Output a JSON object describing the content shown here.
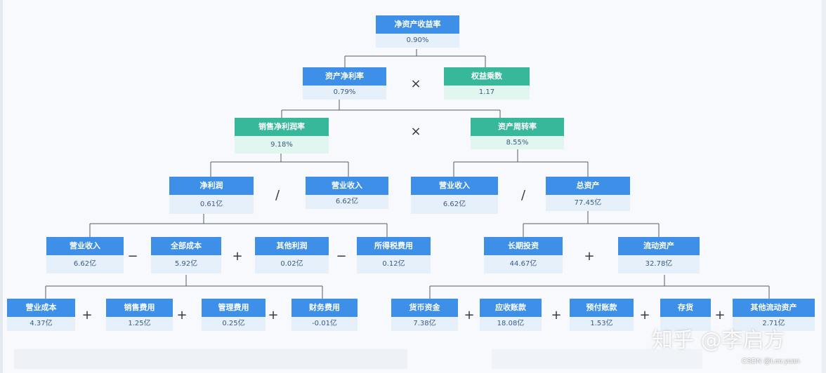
{
  "colors": {
    "blue": "#3d8fe8",
    "teal": "#37b89a",
    "line": "#555b66"
  },
  "nodes": {
    "roe": {
      "label": "净资产收益率",
      "value": "0.90%",
      "color": "blue"
    },
    "roa": {
      "label": "资产净利率",
      "value": "0.79%",
      "color": "blue"
    },
    "equity_multiplier": {
      "label": "权益乘数",
      "value": "1.17",
      "color": "teal"
    },
    "net_margin": {
      "label": "销售净利润率",
      "value": "9.18%",
      "color": "teal"
    },
    "asset_turnover": {
      "label": "资产周转率",
      "value": "8.55%",
      "color": "teal"
    },
    "net_profit": {
      "label": "净利润",
      "value": "0.61亿",
      "color": "blue"
    },
    "revenue_a": {
      "label": "营业收入",
      "value": "6.62亿",
      "color": "blue"
    },
    "revenue_b": {
      "label": "营业收入",
      "value": "6.62亿",
      "color": "blue"
    },
    "total_assets": {
      "label": "总资产",
      "value": "77.45亿",
      "color": "blue"
    },
    "revenue_c": {
      "label": "营业收入",
      "value": "6.62亿",
      "color": "blue"
    },
    "total_cost": {
      "label": "全部成本",
      "value": "5.92亿",
      "color": "blue"
    },
    "other_profit": {
      "label": "其他利润",
      "value": "0.02亿",
      "color": "blue"
    },
    "income_tax": {
      "label": "所得税费用",
      "value": "0.12亿",
      "color": "blue"
    },
    "long_term_assets": {
      "label": "长期投资",
      "value": "44.67亿",
      "color": "blue"
    },
    "current_assets": {
      "label": "流动资产",
      "value": "32.78亿",
      "color": "blue"
    },
    "operating_cost": {
      "label": "营业成本",
      "value": "4.37亿",
      "color": "blue"
    },
    "selling_exp": {
      "label": "销售费用",
      "value": "1.25亿",
      "color": "blue"
    },
    "admin_exp": {
      "label": "管理费用",
      "value": "0.25亿",
      "color": "blue"
    },
    "finance_exp": {
      "label": "财务费用",
      "value": "-0.01亿",
      "color": "blue"
    },
    "cash": {
      "label": "货币资金",
      "value": "7.38亿",
      "color": "blue"
    },
    "receivables": {
      "label": "应收账款",
      "value": "18.08亿",
      "color": "blue"
    },
    "prepayments": {
      "label": "预付账款",
      "value": "1.53亿",
      "color": "blue"
    },
    "inventory": {
      "label": "存货",
      "value": "",
      "color": "blue"
    },
    "other_current": {
      "label": "其他流动资产",
      "value": "2.71亿",
      "color": "blue"
    }
  },
  "operators": {
    "times_1": "×",
    "times_2": "×",
    "divide_1": "/",
    "divide_2": "/",
    "minus_1": "−",
    "plus_1": "+",
    "minus_2": "−",
    "plus_2": "+",
    "plus_3": "+",
    "plus_4": "+",
    "plus_5": "+",
    "plus_6": "+",
    "plus_7": "+",
    "plus_8": "+",
    "plus_9": "+"
  },
  "watermark": {
    "text": "知乎 @李启方",
    "credit": "CSDN @Leo.yuan"
  }
}
